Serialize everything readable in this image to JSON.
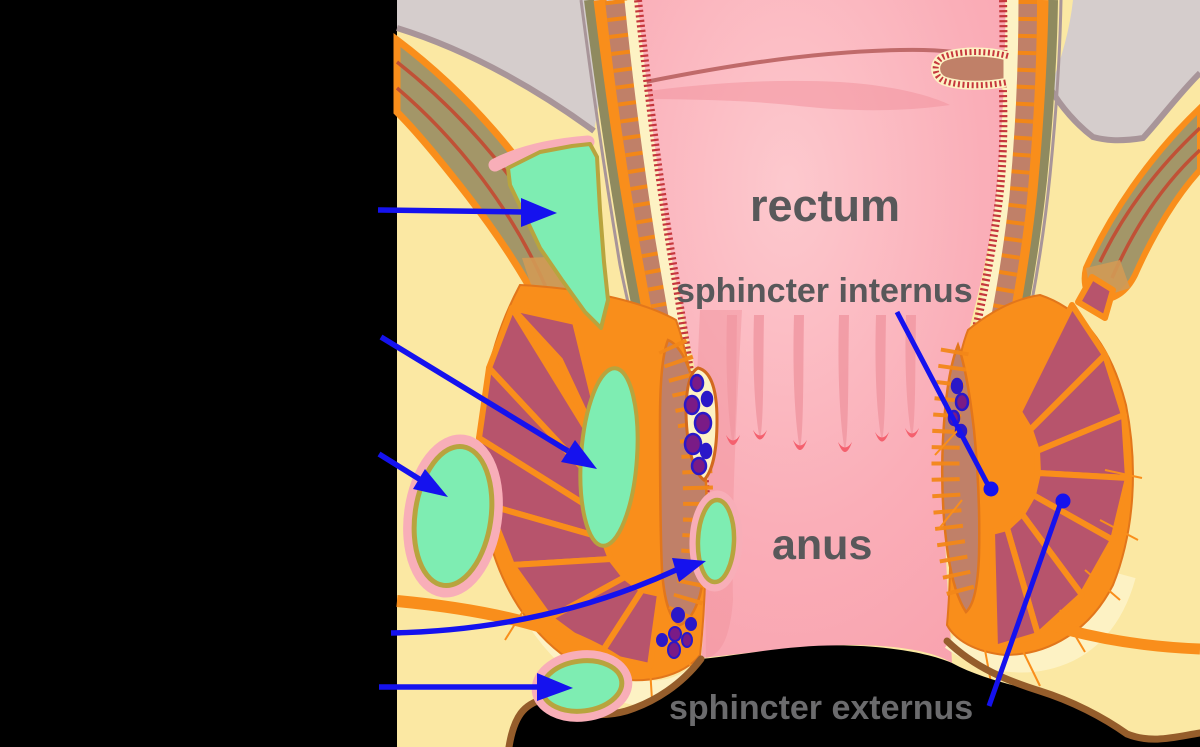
{
  "diagram": {
    "subject": "anorectal cross-section showing abscess locations",
    "labels": {
      "rectum": "rectum",
      "sphincter_internus": "sphincter internus",
      "anus": "anus",
      "sphincter_externus": "sphincter externus"
    },
    "colors": {
      "background": "#000000",
      "fat_tissue": "#FBE8A3",
      "peritoneum_grey": "#D5CDCC",
      "peritoneum_grey_line": "#A89599",
      "lumen_pink": "#F89FAB",
      "lumen_pink_light": "#FDC9CE",
      "mucosa_red": "#C5373C",
      "submucosa_cream": "#FDF2C4",
      "muscle_salmon": "#C08068",
      "muscle_orange": "#F98E1B",
      "muscle_orange_dark": "#E2761B",
      "longitudinal_olive": "#8F8A5F",
      "levator_tan": "#A39668",
      "levator_tan_light": "#D29A55",
      "levator_stripe": "#C05136",
      "external_sphincter_maroon": "#B7546C",
      "abscess_mint": "#7EEDB2",
      "abscess_border_gold": "#B8A43E",
      "abscess_rim_pink": "#F8AEB8",
      "skin_brown": "#955D2B",
      "arrow_blue": "#1512EE",
      "vein_purple": "#7A1B86",
      "vein_blue": "#2A18C8",
      "label_grey": "#58585A"
    }
  }
}
